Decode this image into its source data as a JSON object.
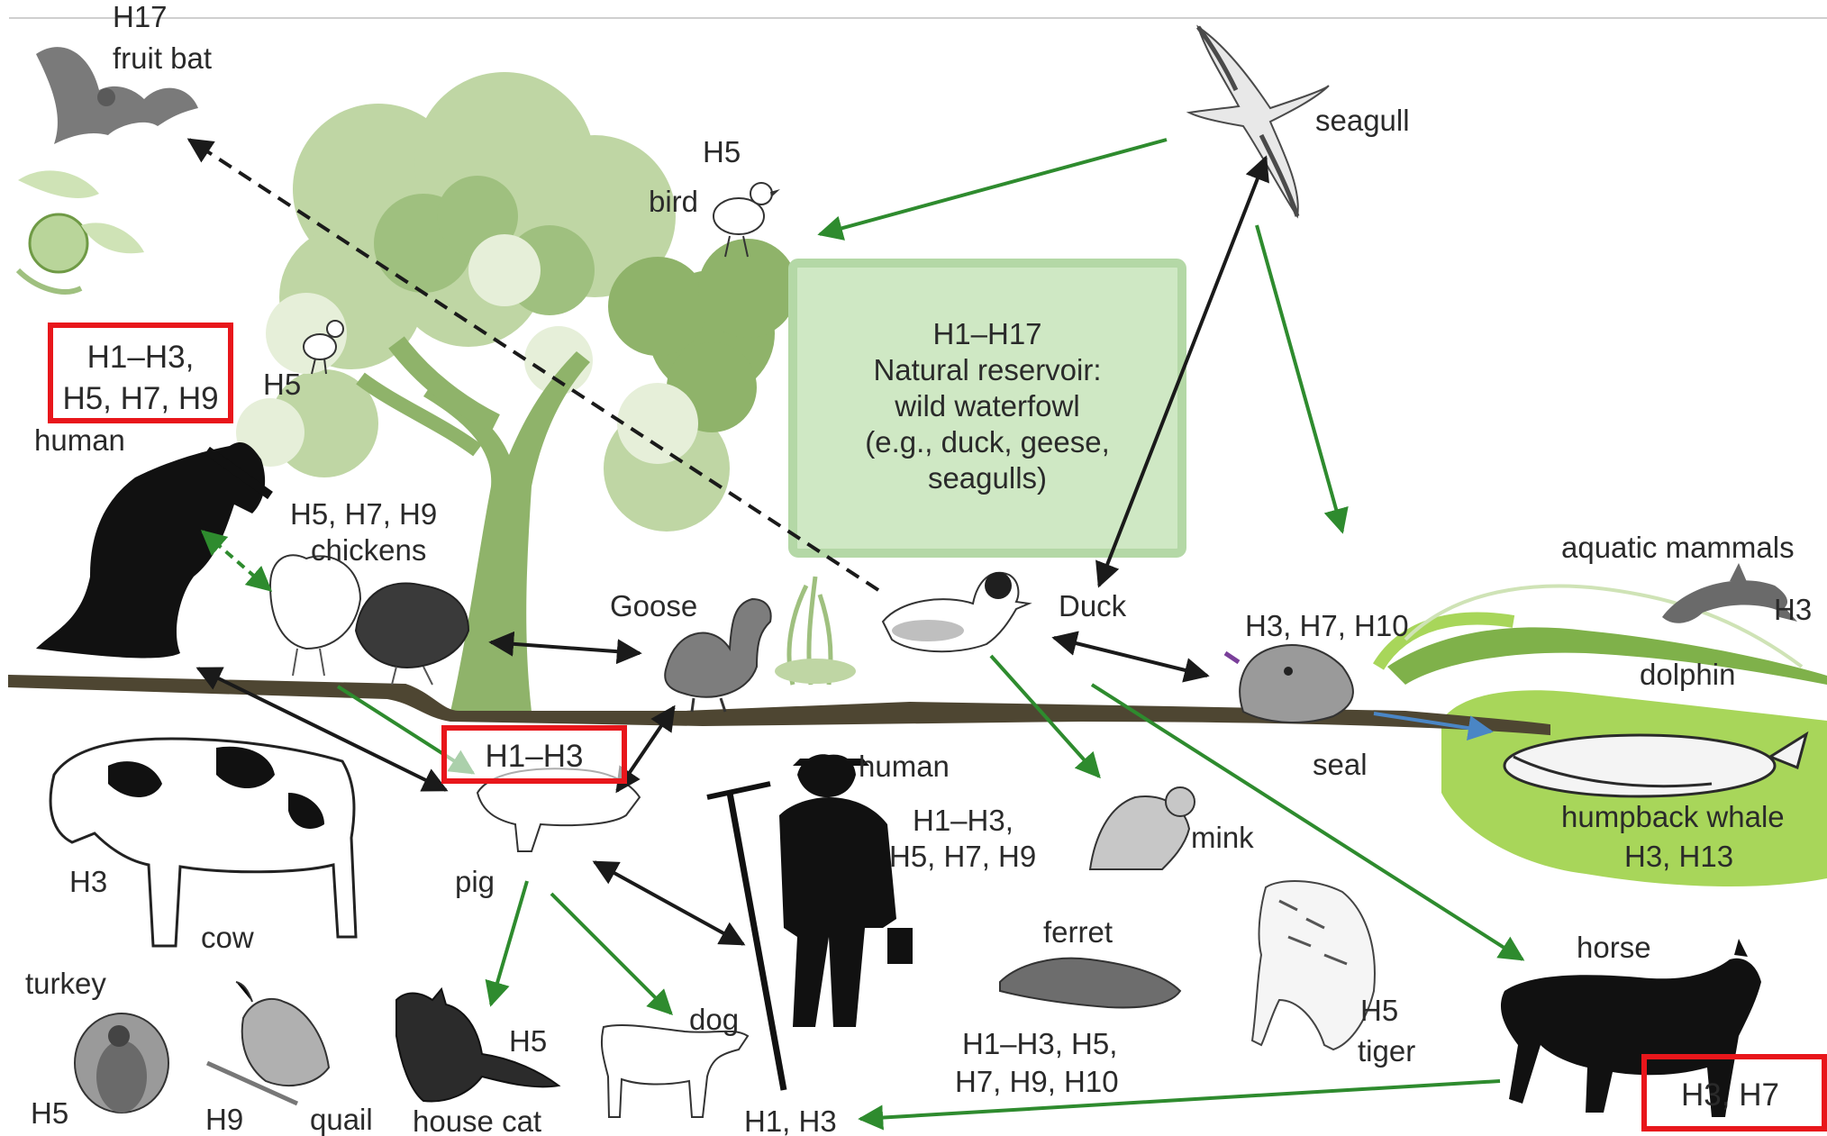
{
  "reservoir": {
    "line1": "H1–H17",
    "line2": "Natural reservoir:",
    "line3": "wild waterfowl",
    "line4": "(e.g., duck, geese,",
    "line5": "seagulls)"
  },
  "labels": {
    "fruit_bat_h": "H17",
    "fruit_bat": "fruit bat",
    "bird_h": "H5",
    "bird": "bird",
    "tree_bird_h": "H5",
    "seagull": "seagull",
    "human_top_h1": "H1–H3,",
    "human_top_h2": "H5, H7, H9",
    "human_top": "human",
    "chickens_h": "H5, H7, H9",
    "chickens": "chickens",
    "goose": "Goose",
    "duck": "Duck",
    "aquatic_mammals": "aquatic mammals",
    "seal_h": "H3, H7, H10",
    "seal": "seal",
    "dolphin_h": "H3",
    "dolphin": "dolphin",
    "whale": "humpback whale",
    "whale_h": "H3, H13",
    "pig_h": "H1–H3",
    "pig": "pig",
    "human_mid": "human",
    "human_mid_h1": "H1–H3,",
    "human_mid_h2": "H5, H7, H9",
    "mink": "mink",
    "cow_h": "H3",
    "cow": "cow",
    "ferret": "ferret",
    "ferret_h1": "H1–H3, H5,",
    "ferret_h2": "H7, H9, H10",
    "tiger_h": "H5",
    "tiger": "tiger",
    "horse": "horse",
    "horse_h": "H3, H7",
    "turkey": "turkey",
    "turkey_h": "H5",
    "quail_h": "H9",
    "quail": "quail",
    "cat_h": "H5",
    "cat": "house cat",
    "dog": "dog",
    "human_bottom_h": "H1, H3"
  },
  "colors": {
    "highlight_box": "#e8161b",
    "transmission_arrow": "#2e8b2e",
    "bidirectional_arrow": "#1a1a1a",
    "bat_arrow": "#1a1a1a",
    "seal_whale_arrow": "#4a86c5",
    "tree": "#8fb36a",
    "reservoir_box": "#cfe8c4",
    "ground": "#4e4632",
    "whale_water": "#a8d65a"
  }
}
